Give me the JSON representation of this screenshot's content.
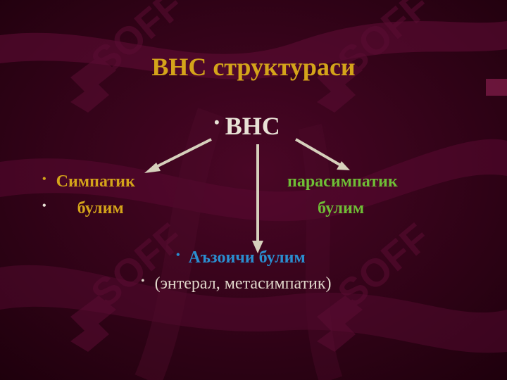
{
  "slide": {
    "title": "ВНС структураси",
    "root_label": "ВНС",
    "left": {
      "line1": "Симпатик",
      "line2": "булим"
    },
    "right": {
      "line1": "парасимпатик",
      "line2": "булим"
    },
    "bottom": {
      "line1": "Аъзоичи булим",
      "line2": "(энтерал, метасимпатик)"
    },
    "bullet_glyph": "•"
  },
  "watermark": {
    "text": "SOFF"
  },
  "colors": {
    "background": "#2a0013",
    "title": "#d4a41a",
    "root": "#e8e2d6",
    "left": "#d4a41a",
    "right": "#6fbe36",
    "bottom_title": "#2a8ed0",
    "bottom_sub": "#e0d6ca",
    "arrow": "#d6d0bc"
  }
}
